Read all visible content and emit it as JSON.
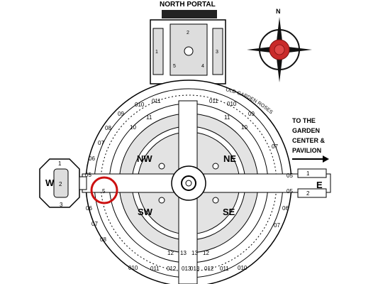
{
  "map": {
    "north_portal_label": "NORTH PORTAL",
    "old_garden_roses_label": "OLD GARDEN ROSES",
    "compass_letter": "N",
    "directions_text_lines": [
      "TO THE",
      "GARDEN",
      "CENTER &",
      "PAVILION"
    ],
    "quadrants": {
      "nw": "NW",
      "ne": "NE",
      "sw": "SW",
      "se": "SE"
    },
    "west_label": "W",
    "east_label": "E",
    "north_portal_beds": [
      "1",
      "2",
      "3",
      "4",
      "5"
    ],
    "west_beds": [
      "1",
      "2",
      "3"
    ],
    "east_path_labels": [
      "1",
      "2"
    ],
    "highlight_bed": "5",
    "left_ring_labels": [
      "08",
      "07",
      "06",
      "05",
      "06",
      "07",
      "08"
    ],
    "right_ring_labels": [
      "07",
      "05",
      "05",
      "06",
      "07"
    ],
    "bottom_ring_labels": [
      "010",
      "011",
      "012",
      "013",
      "013",
      "012",
      "011",
      "010"
    ],
    "top_ring_labels": [
      "011",
      "010",
      "09",
      "010",
      "011",
      "09"
    ],
    "inner_ring_labels": [
      "10",
      "11",
      "12",
      "12",
      "11",
      "10",
      "13",
      "13"
    ],
    "highlight_color": "#cc1111",
    "accent_color": "#c92a2a"
  }
}
